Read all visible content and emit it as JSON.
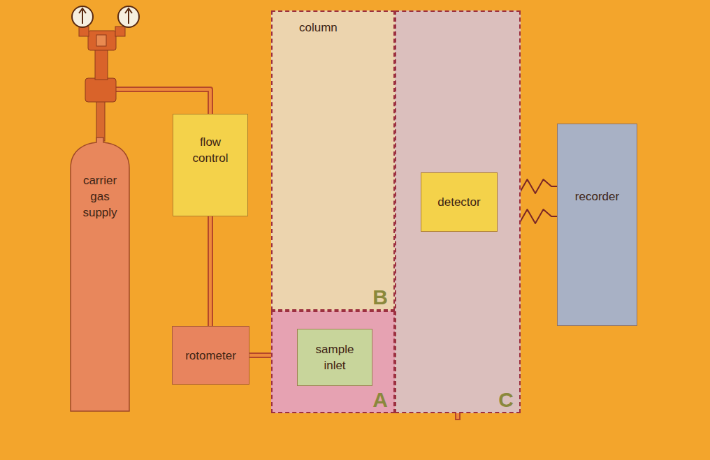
{
  "diagram": {
    "nodes": [
      {
        "text": [
          "carrier gas supply"
        ]
      },
      {
        "text": [
          "flow control"
        ]
      },
      {
        "text": [
          "rotometer"
        ]
      },
      {
        "text": [
          "B"
        ]
      },
      {
        "text": [
          "A"
        ]
      },
      {
        "text": [
          "sample inlet"
        ],
        "in": 4
      },
      {
        "text": [
          "C"
        ]
      },
      {
        "text": [
          "detector"
        ],
        "in": 6
      },
      {
        "text": [
          "recorder"
        ]
      }
    ],
    "edges": [
      {
        "from": 0,
        "to": 1,
        "arrow": "none"
      },
      {
        "from": 1,
        "to": 2,
        "arrow": "none"
      },
      {
        "from": 2,
        "to": 5,
        "arrow": "none"
      },
      {
        "from": 5,
        "to": 7,
        "arrow": "none"
      },
      {
        "from": 7,
        "to": 8,
        "arrow": "none"
      },
      {
        "from": 7,
        "to": 8,
        "arrow": "none"
      }
    ],
    "labels": [
      "column"
    ]
  }
}
